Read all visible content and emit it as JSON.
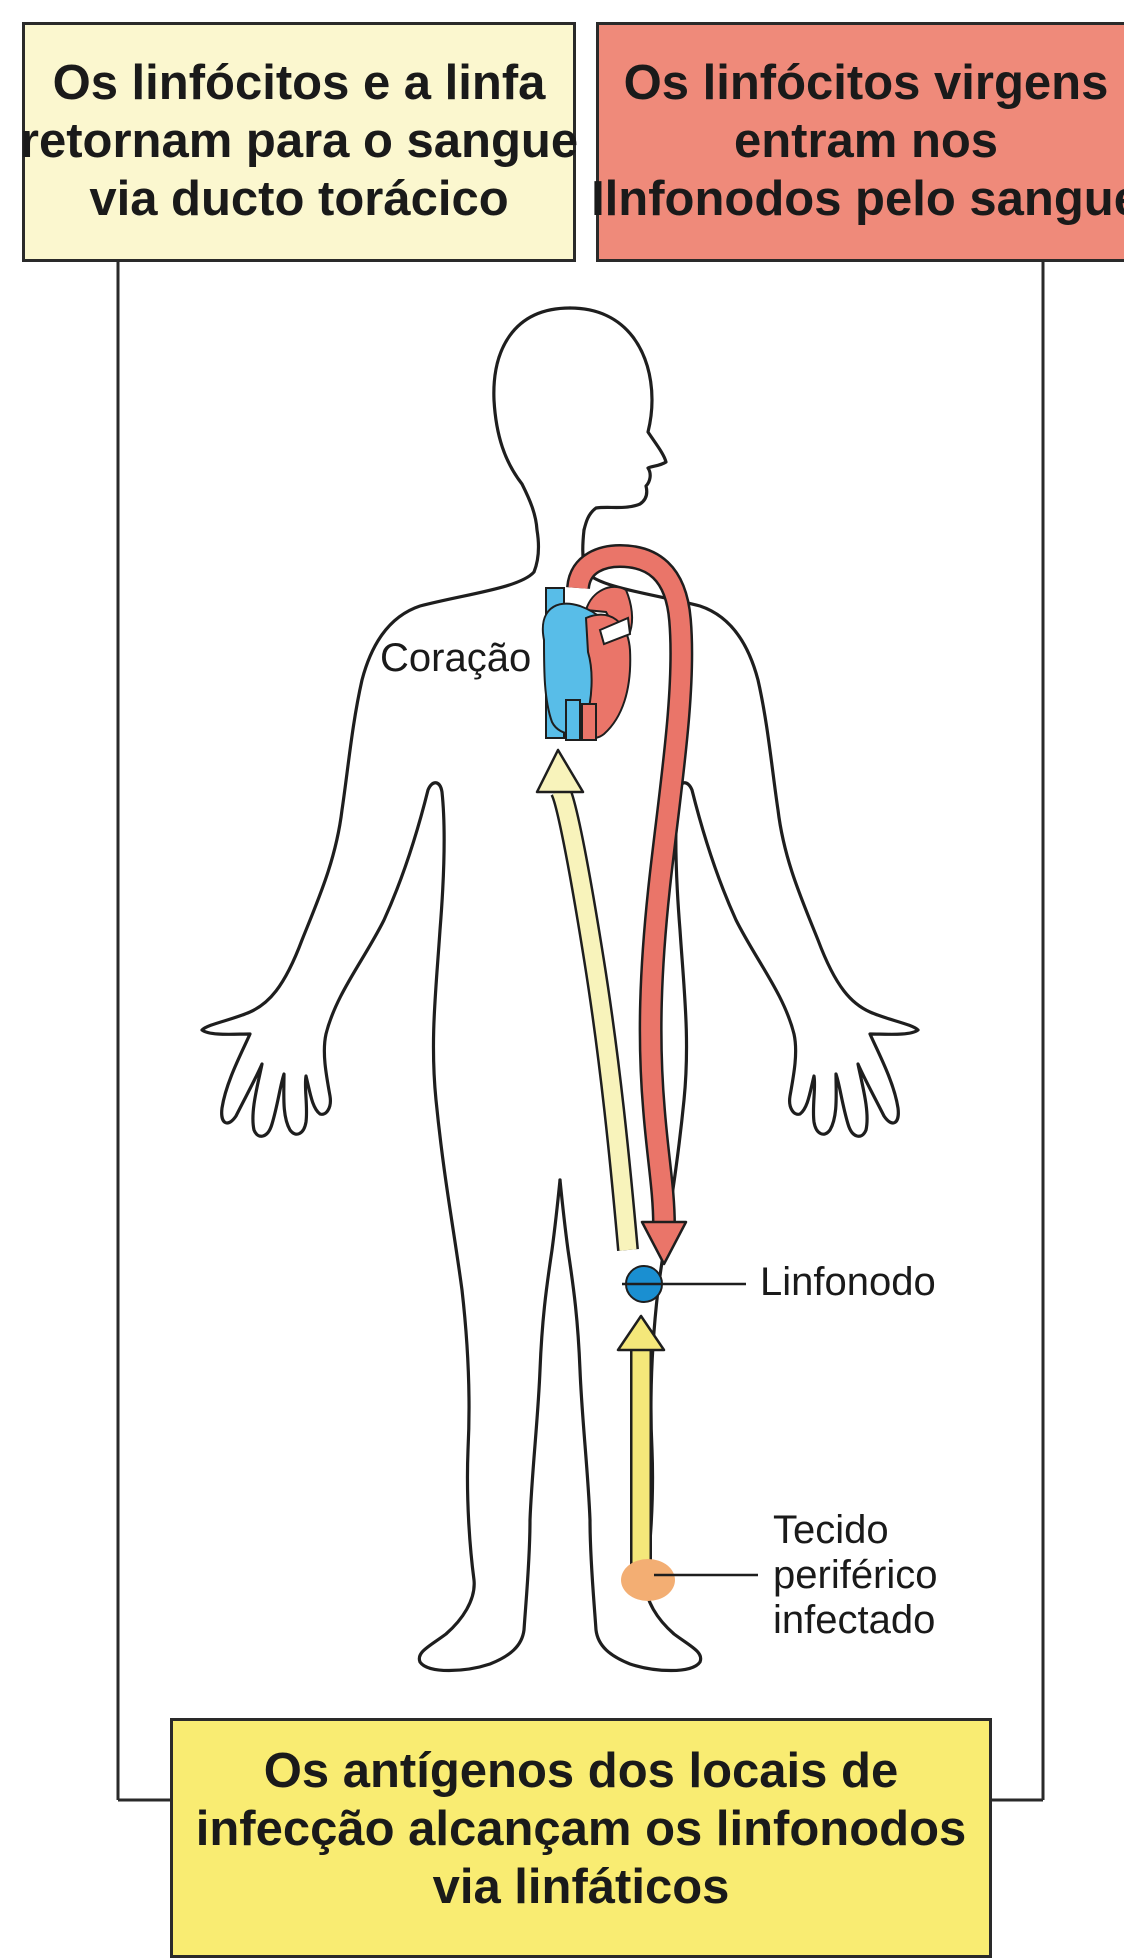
{
  "colors": {
    "box_return": "#fbf7cf",
    "box_naive": "#ef8a7a",
    "box_antigen": "#f9ec72",
    "blood_path": "#ea7569",
    "lymph_path": "#f8f3bb",
    "lymph_path_lower": "#f4e77a",
    "lymph_node": "#1a8fd1",
    "infected_tissue": "#f3ae73",
    "heart_blue": "#58bde8",
    "heart_red": "#ea7569",
    "outline": "#2a2a2a"
  },
  "callouts": {
    "return_lines": [
      "Os linfócitos e a linfa",
      "retornam para o sangue",
      "via ducto torácico"
    ],
    "naive_lines": [
      "Os linfócitos virgens",
      "entram nos",
      "Ilnfonodos pelo sangue"
    ],
    "antigen_lines": [
      "Os antígenos dos locais de",
      "infecção alcançam os linfonodos",
      "via linfáticos"
    ]
  },
  "labels": {
    "heart": "Coração",
    "lymph_node": "Linfonodo",
    "tissue_lines": [
      "Tecido",
      "periférico",
      "infectado"
    ]
  },
  "icons": {
    "body": "human-body-outline-icon",
    "heart": "heart-icon",
    "node": "lymph-node-icon",
    "tissue": "infected-tissue-icon"
  }
}
